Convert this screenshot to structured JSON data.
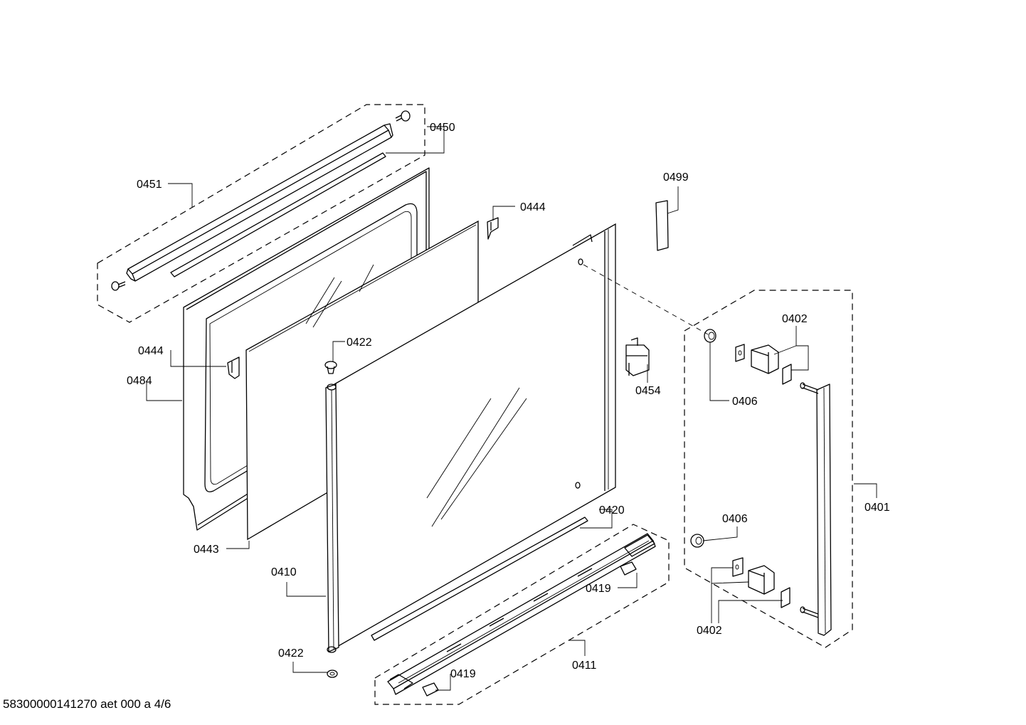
{
  "labels": {
    "l0450": "0450",
    "l0451": "0451",
    "l0499": "0499",
    "l0444a": "0444",
    "l0444b": "0444",
    "l0484": "0484",
    "l0422a": "0422",
    "l0454": "0454",
    "l0402a": "0402",
    "l0406a": "0406",
    "l0401": "0401",
    "l0406b": "0406",
    "l0420": "0420",
    "l0443": "0443",
    "l0410": "0410",
    "l0419a": "0419",
    "l0402b": "0402",
    "l0422b": "0422",
    "l0411": "0411",
    "l0419b": "0419"
  },
  "footer": "58300000141270 aet 000 a 4/6"
}
